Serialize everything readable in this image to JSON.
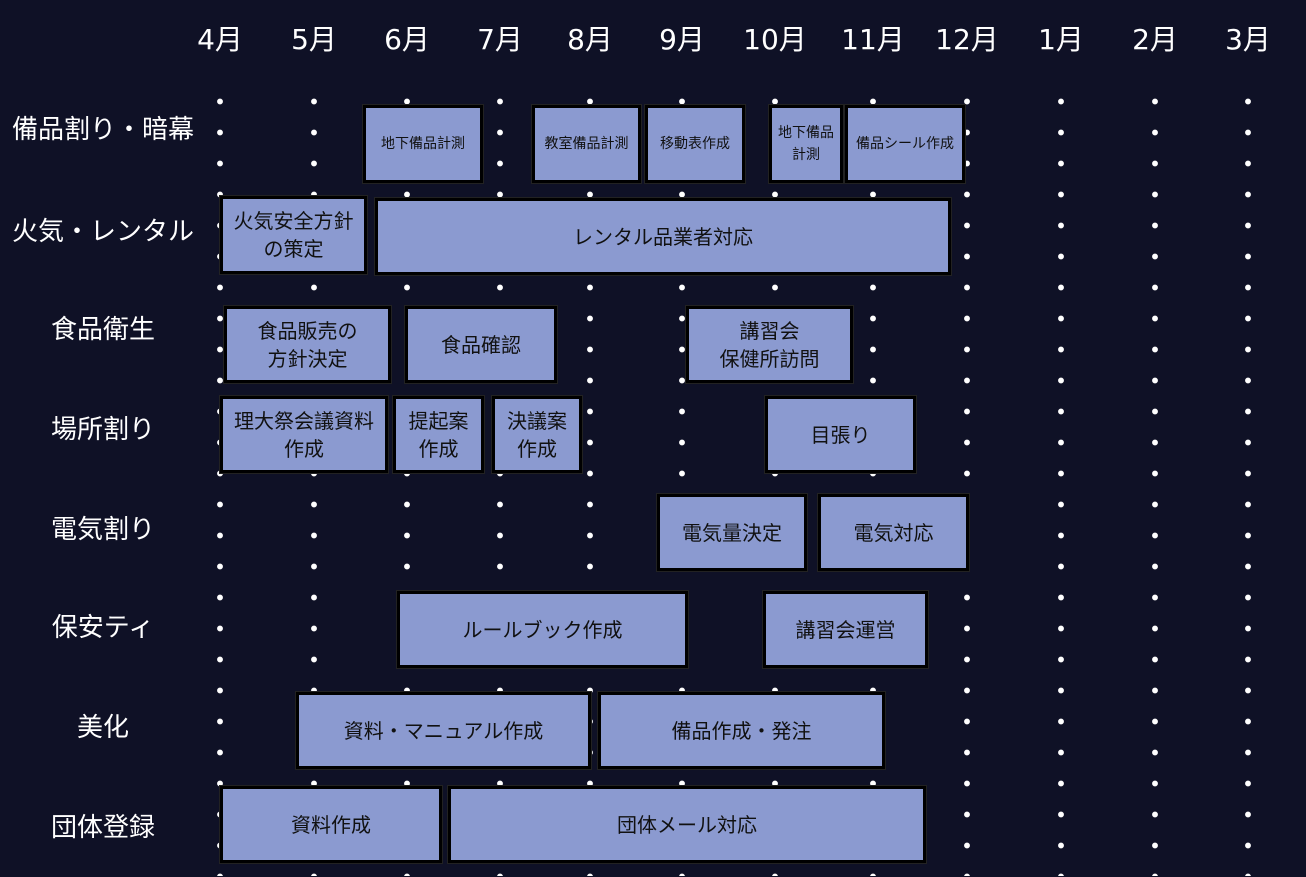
{
  "months": [
    "4月",
    "5月",
    "6月",
    "7月",
    "8月",
    "9月",
    "10月",
    "11月",
    "12月",
    "1月",
    "2月",
    "3月"
  ],
  "rows": [
    "備品割り・暗幕",
    "火気・レンタル",
    "食品衛生",
    "場所割り",
    "電気割り",
    "保安ティ",
    "美化",
    "団体登録"
  ],
  "tasks": [
    {
      "row": 0,
      "label": "地下備品計測"
    },
    {
      "row": 0,
      "label": "教室備品計測"
    },
    {
      "row": 0,
      "label": "移動表作成"
    },
    {
      "row": 0,
      "label": "地下備品\n計測"
    },
    {
      "row": 0,
      "label": "備品シール作成"
    },
    {
      "row": 1,
      "label": "火気安全方針\nの策定"
    },
    {
      "row": 1,
      "label": "レンタル品業者対応"
    },
    {
      "row": 2,
      "label": "食品販売の\n方針決定"
    },
    {
      "row": 2,
      "label": "食品確認"
    },
    {
      "row": 2,
      "label": "講習会\n保健所訪問"
    },
    {
      "row": 3,
      "label": "理大祭会議資料\n作成"
    },
    {
      "row": 3,
      "label": "提起案\n作成"
    },
    {
      "row": 3,
      "label": "決議案\n作成"
    },
    {
      "row": 3,
      "label": "目張り"
    },
    {
      "row": 4,
      "label": "電気量決定"
    },
    {
      "row": 4,
      "label": "電気対応"
    },
    {
      "row": 5,
      "label": "ルールブック作成"
    },
    {
      "row": 5,
      "label": "講習会運営"
    },
    {
      "row": 6,
      "label": "資料・マニュアル作成"
    },
    {
      "row": 6,
      "label": "備品作成・発注"
    },
    {
      "row": 7,
      "label": "資料作成"
    },
    {
      "row": 7,
      "label": "団体メール対応"
    }
  ],
  "colors": {
    "background": "#0f1126",
    "task_fill": "#8b9ad0",
    "task_border": "#000000",
    "dots": "#ffffff"
  }
}
